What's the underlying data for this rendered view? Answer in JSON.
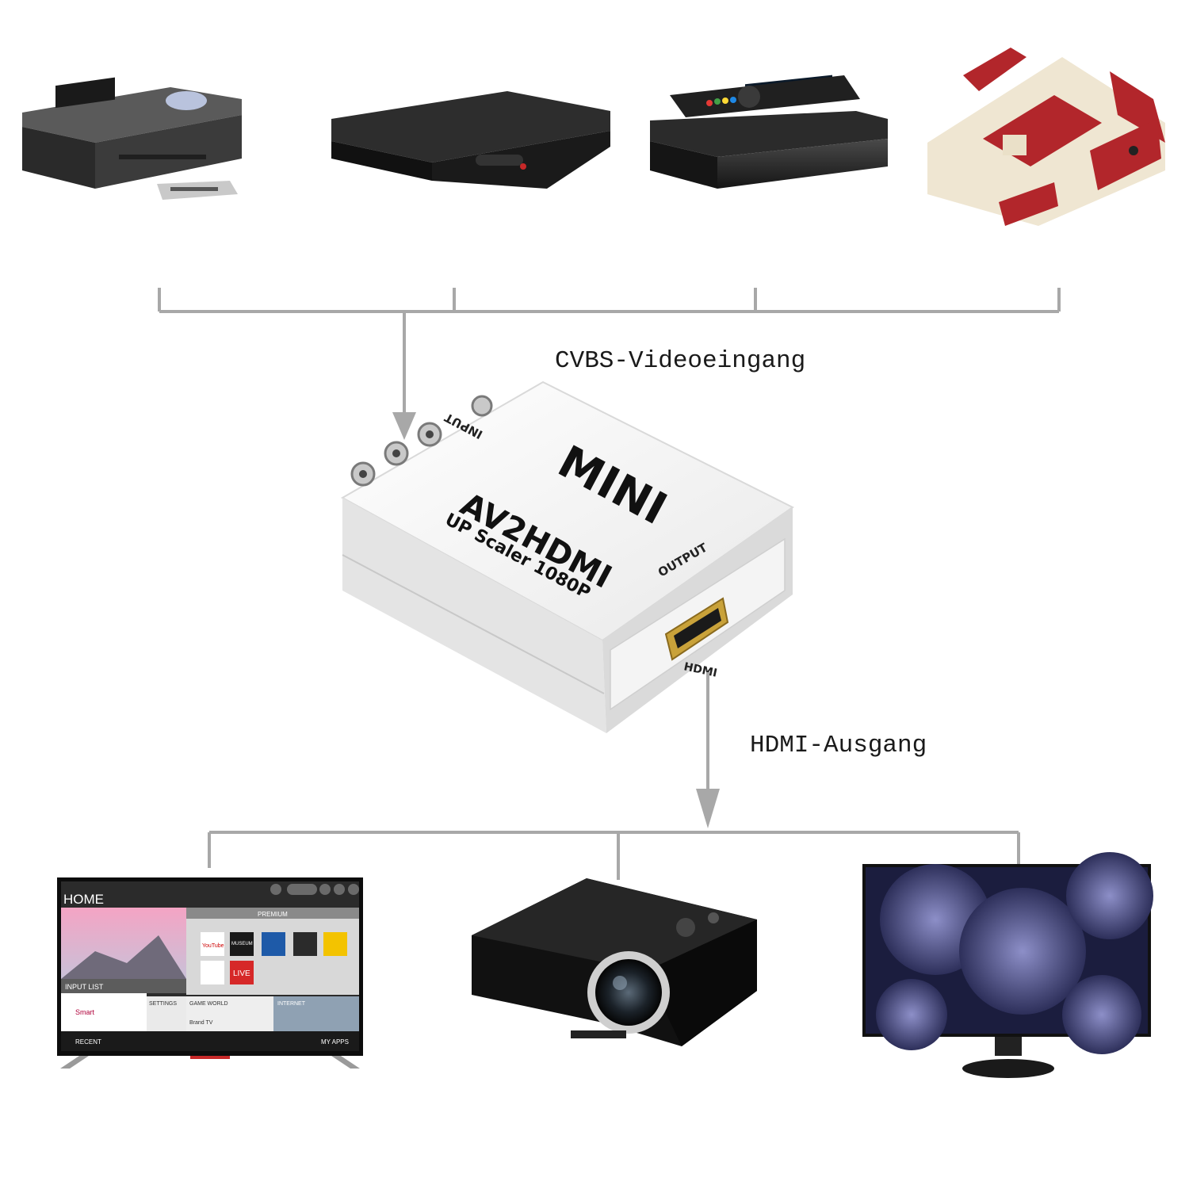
{
  "labels": {
    "input": "CVBS-Videoeingang",
    "output": "HDMI-Ausgang"
  },
  "adapter": {
    "brand": "MINI",
    "model": "AV2HDMI",
    "subtitle": "UP Scaler 1080P",
    "input_port": "INPUT",
    "output_port": "OUTPUT",
    "hdmi_port": "HDMI"
  },
  "tv_screen": {
    "home": "HOME",
    "premium": "PREMIUM",
    "input_list": "INPUT LIST",
    "settings": "SETTINGS",
    "game_world": "GAME WORLD",
    "internet": "INTERNET",
    "recent": "RECENT",
    "my_apps": "MY APPS",
    "tile_youtube": "YouTube",
    "tile_museum": "MUSEUM",
    "tile_live": "LIVE",
    "smart": "Smart",
    "brand_tv": "Brand TV"
  },
  "colors": {
    "connector": "#a8a8a8",
    "device_white": "#f2f2f2",
    "hdmi_gold": "#c9a23a",
    "console_red": "#b2262b",
    "console_cream": "#efe6d2"
  }
}
